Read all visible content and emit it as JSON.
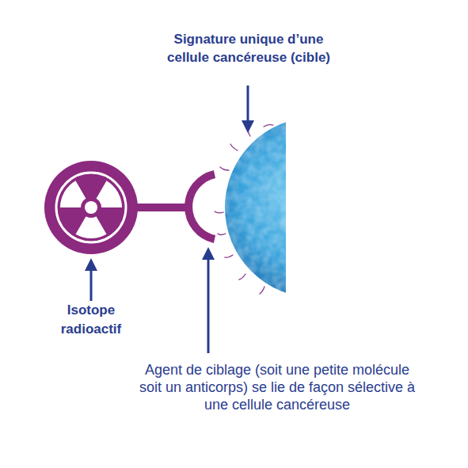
{
  "diagram": {
    "labels": [
      "Signature unique d’une cellule cancéreuse (cible)",
      "Isotope radioactif",
      "Agent de ciblage (soit une petite molécule soit un anticorps) se lie de façon sélective à une cellule cancéreuse"
    ]
  }
}
